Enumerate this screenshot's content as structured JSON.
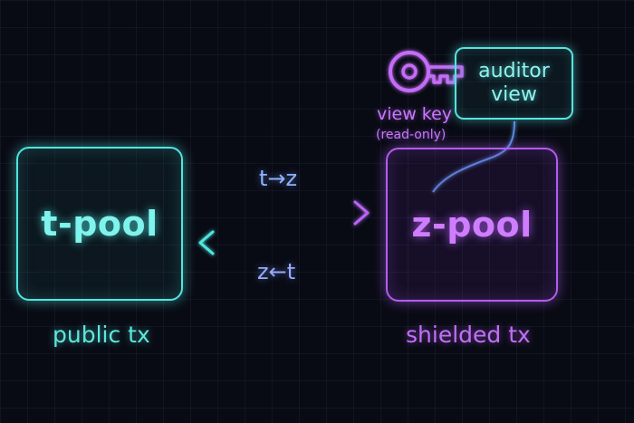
{
  "pools": {
    "t_pool": {
      "label": "t-pool",
      "caption": "public tx"
    },
    "z_pool": {
      "label": "z-pool",
      "caption": "shielded tx"
    }
  },
  "flows": {
    "to_shielded": "t→z",
    "to_public": "z←t"
  },
  "auditor": {
    "line1": "auditor",
    "line2": "view"
  },
  "key": {
    "label": "view key",
    "note": "(read-only)",
    "icon": "key-icon"
  },
  "colors": {
    "teal": "#4fe6df",
    "purple": "#b15cf2",
    "background": "#090b14"
  }
}
